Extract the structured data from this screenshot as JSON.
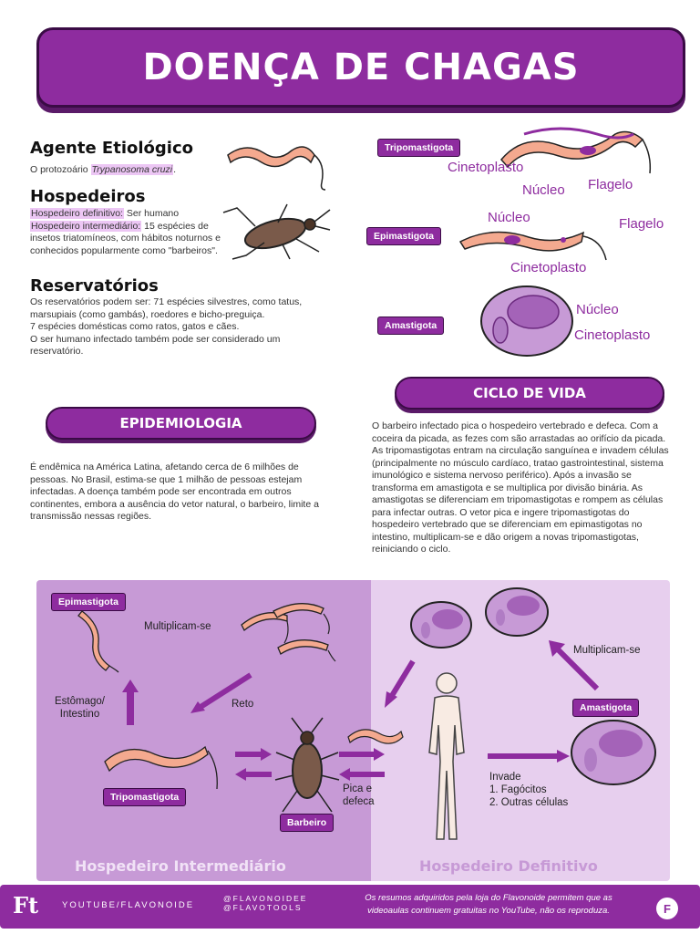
{
  "title": "DOENÇA DE CHAGAS",
  "agente": {
    "heading": "Agente Etiológico",
    "text_prefix": "O protozoário",
    "species": "Trypanosoma cruzi",
    "suffix": "."
  },
  "hospedeiros": {
    "heading": "Hospedeiros",
    "def_label": "Hospedeiro definitivo:",
    "def_value": "Ser humano",
    "int_label": "Hospedeiro intermediário:",
    "int_value": "15 espécies de insetos triatomíneos, com hábitos noturnos e conhecidos popularmente como \"barbeiros\"."
  },
  "reservatorios": {
    "heading": "Reservatórios",
    "p1": "Os reservatórios podem ser: 71 espécies silvestres, como tatus, marsupiais (como gambás), roedores e bicho-preguiça.",
    "p2": "7 espécies domésticas como ratos, gatos e cães.",
    "p3": "O ser humano infectado também pode ser considerado um reservatório."
  },
  "forms": {
    "tripo": {
      "tag": "Tripomastigota",
      "cineto": "Cinetoplasto",
      "nucleo": "Núcleo",
      "flagelo": "Flagelo"
    },
    "epi": {
      "tag": "Epimastigota",
      "nucleo": "Núcleo",
      "flagelo": "Flagelo",
      "cineto": "Cinetoplasto"
    },
    "ama": {
      "tag": "Amastigota",
      "nucleo": "Núcleo",
      "cineto": "Cinetoplasto"
    }
  },
  "epidemiologia": {
    "heading": "EPIDEMIOLOGIA",
    "text": "É endêmica na América Latina, afetando cerca de 6 milhões de pessoas. No Brasil, estima-se que 1 milhão de pessoas estejam infectadas. A doença também pode ser encontrada em outros continentes, embora a ausência do vetor natural, o barbeiro, limite a transmissão nessas regiões."
  },
  "ciclo": {
    "heading": "CICLO DE VIDA",
    "text": "O barbeiro infectado pica o hospedeiro vertebrado e defeca. Com a coceira da picada, as fezes com são arrastadas ao orifício da picada. As tripomastigotas entram na circulação sanguínea e invadem células (principalmente no músculo cardíaco, tratao gastrointestinal, sistema imunológico e sistema nervoso periférico). Após a invasão se transforma em amastigota e se multiplica por divisão binária. As amastigotas se diferenciam em tripomastigotas e rompem as células para infectar outras. O vetor pica e ingere tripomastigotas do hospedeiro vertebrado que se diferenciam em epimastigotas no intestino, multiplicam-se e dão origem a novas tripomastigotas, reiniciando o ciclo."
  },
  "diagram": {
    "epi_tag": "Epimastigota",
    "multiplicam_left": "Multiplicam-se",
    "estomago_1": "Estômago/",
    "estomago_2": "Intestino",
    "reto": "Reto",
    "tripo_tag": "Tripomastigota",
    "barbeiro_tag": "Barbeiro",
    "pica_1": "Pica e",
    "pica_2": "defeca",
    "multiplicam_right": "Multiplicam-se",
    "ama_tag": "Amastigota",
    "invade_1": "Invade",
    "invade_2": "1. Fagócitos",
    "invade_3": "2. Outras células",
    "host_int": "Hospedeiro Intermediário",
    "host_def": "Hospedeiro Definitivo"
  },
  "footer": {
    "logo": "Ft",
    "youtube": "YOUTUBE/FLAVONOIDE",
    "insta1": "@FLAVONOIDEE",
    "insta2": "@FLAVOTOOLS",
    "note1": "Os resumos adquiridos pela loja do Flavonoide permitem que as",
    "note2": "videoaulas continuem gratuitas no YouTube, não os reproduza.",
    "badge": "F"
  },
  "colors": {
    "purple": "#8e2c9f",
    "dark": "#3a0b45",
    "light_panel": "#c79ad6",
    "lighter_panel": "#e7cfee",
    "parasite": "#f4a98f"
  }
}
